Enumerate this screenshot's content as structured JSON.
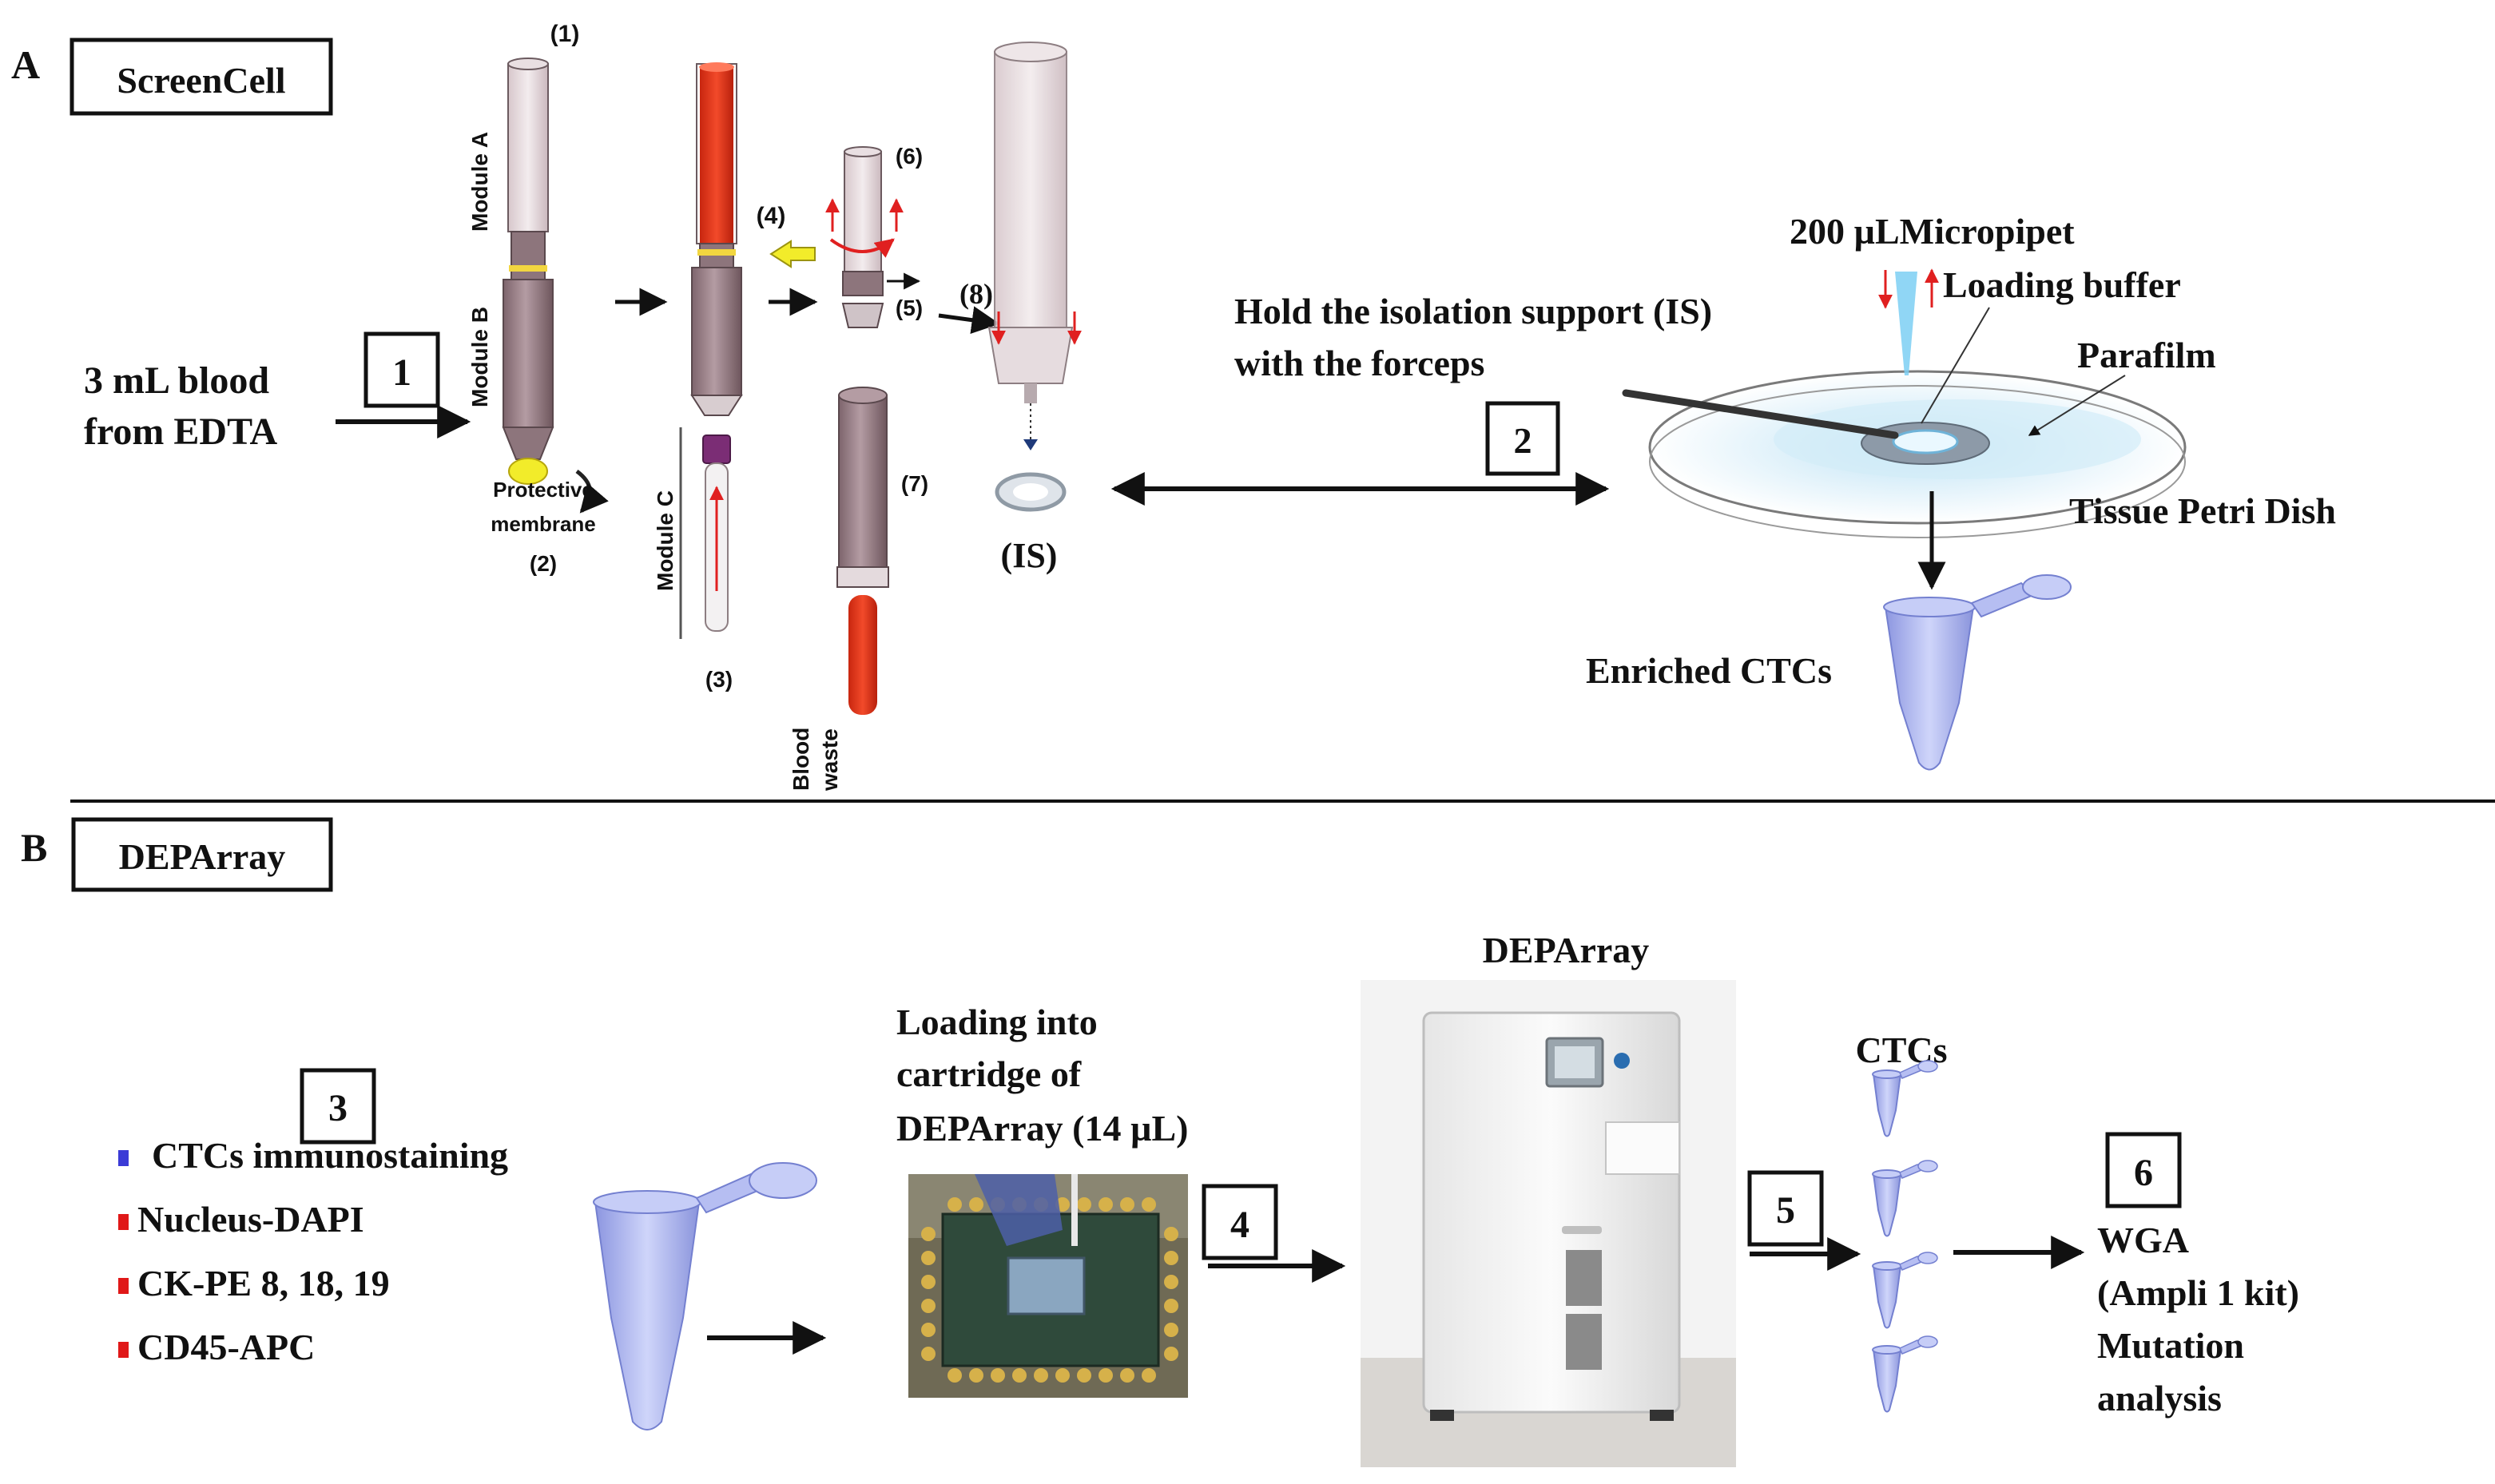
{
  "panel_a": {
    "letter": "A",
    "title": "ScreenCell",
    "input": [
      "3 mL blood",
      "from EDTA"
    ],
    "step1": "1",
    "step2": "2",
    "device_labels": {
      "n1": "(1)",
      "module_a": "Module A",
      "module_b": "Module B",
      "protective_membrane": [
        "Protective",
        "membrane"
      ],
      "n2": "(2)",
      "module_c": "Module C",
      "n3": "(3)",
      "n4": "(4)",
      "n5": "(5)",
      "n6": "(6)",
      "n7": "(7)",
      "n8": "(8)",
      "blood_waste": [
        "Blood",
        "waste"
      ],
      "is_label": "(IS)"
    },
    "hold_text": [
      "Hold the isolation support (IS)",
      "with the forceps"
    ],
    "micropipet": "200 µLMicropipet",
    "loading_buffer": "Loading buffer",
    "parafilm": "Parafilm",
    "petri": "Tissue Petri Dish",
    "enriched": "Enriched CTCs"
  },
  "panel_b": {
    "letter": "B",
    "title": "DEPArray",
    "step3": "3",
    "stain_items": [
      {
        "label": "CTCs immunostaining",
        "color": "#3b3bd6"
      },
      {
        "label": "Nucleus-DAPI",
        "color": "#e01818"
      },
      {
        "label": "CK-PE 8, 18, 19",
        "color": "#e01818"
      },
      {
        "label": "CD45-APC",
        "color": "#e01818"
      }
    ],
    "loading": [
      "Loading into",
      "cartridge of",
      "DEPArray (14 µL)"
    ],
    "step4": "4",
    "instrument": "DEPArray",
    "ctcs": "CTCs",
    "step5": "5",
    "step6": "6",
    "output": [
      "WGA",
      "(Ampli 1 kit)",
      "Mutation",
      "analysis"
    ]
  },
  "colors": {
    "tube_body": "#9a8088",
    "tube_light": "#d9c8cc",
    "blood_red": "#e8341c",
    "ep_tube": "#a9b2ec",
    "membrane_yellow": "#f2ec2a"
  }
}
